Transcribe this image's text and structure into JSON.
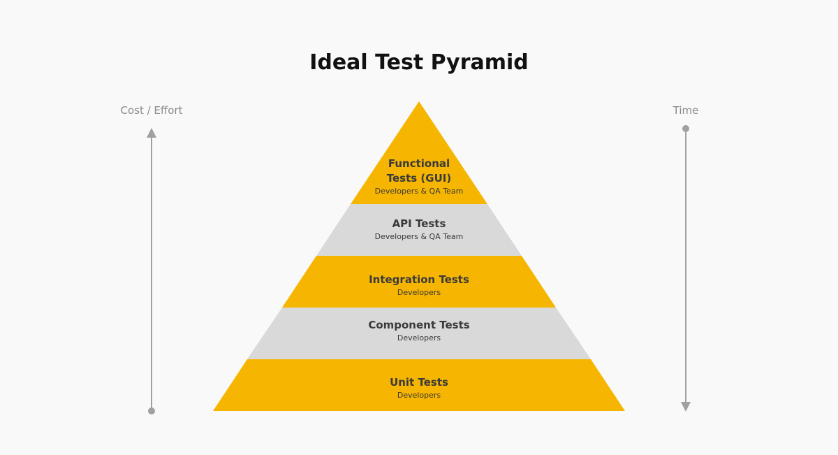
{
  "title": "Ideal Test Pyramid",
  "left_axis": {
    "label": "Cost / Effort",
    "direction": "up"
  },
  "right_axis": {
    "label": "Time",
    "direction": "down"
  },
  "colors": {
    "yellow": "#f6b500",
    "gray": "#d9d9d9",
    "axis": "#a0a0a0"
  },
  "tiers": [
    {
      "name": "Functional Tests (GUI)",
      "name_line1": "Functional",
      "name_line2": "Tests (GUI)",
      "team": "Developers & QA Team",
      "color": "yellow"
    },
    {
      "name": "API Tests",
      "team": "Developers & QA Team",
      "color": "gray"
    },
    {
      "name": "Integration Tests",
      "team": "Developers",
      "color": "yellow"
    },
    {
      "name": "Component Tests",
      "team": "Developers",
      "color": "gray"
    },
    {
      "name": "Unit Tests",
      "team": "Developers",
      "color": "yellow"
    }
  ]
}
